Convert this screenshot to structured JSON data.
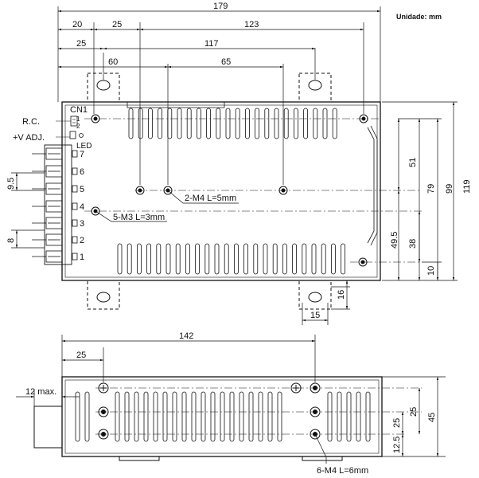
{
  "units_label": "Unidade: mm",
  "top_view": {
    "dim_top": {
      "overall_width": "179",
      "d20": "20",
      "d25a": "25",
      "d123": "123",
      "d25b": "25",
      "d117": "117",
      "d60": "60",
      "d65": "65"
    },
    "dim_right": {
      "d119": "119",
      "d99": "99",
      "d79": "79",
      "d51": "51",
      "d49_5": "49.5",
      "d38": "38",
      "d10": "10"
    },
    "dim_bottom": {
      "d16": "16",
      "d15": "15"
    },
    "dim_left": {
      "d9_5": "9.5",
      "d8": "8"
    },
    "labels": {
      "cn1": "CN1",
      "rc": "R.C.",
      "vadj": "+V ADJ.",
      "led": "LED",
      "cn_pin1": "1",
      "cn_pin2": "2",
      "screw_m4": "2-M4 L=5mm",
      "screw_m3": "5-M3 L=3mm"
    },
    "terminals": [
      "7",
      "6",
      "5",
      "4",
      "3",
      "2",
      "1"
    ]
  },
  "side_view": {
    "dim_top": {
      "d142": "142",
      "d25": "25"
    },
    "dim_left": {
      "d12max": "12 max."
    },
    "dim_right": {
      "d45": "45",
      "d25a": "25",
      "d25b": "25",
      "d12_5": "12.5"
    },
    "labels": {
      "screw_m4": "6-M4 L=6mm"
    }
  }
}
